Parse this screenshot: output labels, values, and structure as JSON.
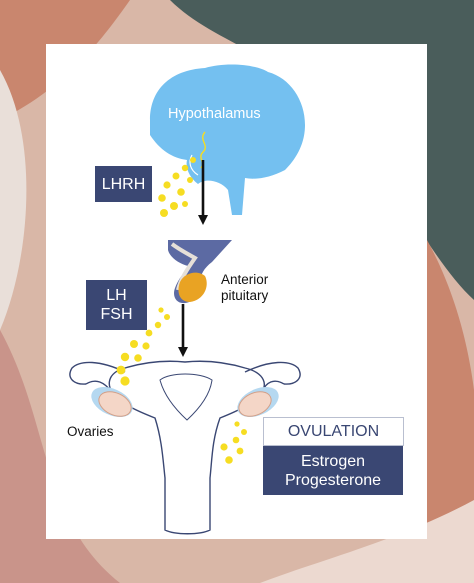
{
  "labels": {
    "hypothalamus": "Hypothalamus",
    "lhrh": "LHRH",
    "lh": "LH",
    "fsh": "FSH",
    "anterior": "Anterior",
    "pituitary": "pituitary",
    "ovaries": "Ovaries",
    "ovulation": "OVULATION",
    "estrogen": "Estrogen",
    "progesterone": "Progesterone"
  },
  "colors": {
    "background": "#d9b7a7",
    "dark_corner": "#4a5d5b",
    "brain": "#74c0f0",
    "navy_box": "#3a4773",
    "hormone_dots": "#f6dd22",
    "gland_orange": "#e9a323",
    "ovary": "#f4d6c7",
    "tube_blue": "#b5d8f0"
  }
}
